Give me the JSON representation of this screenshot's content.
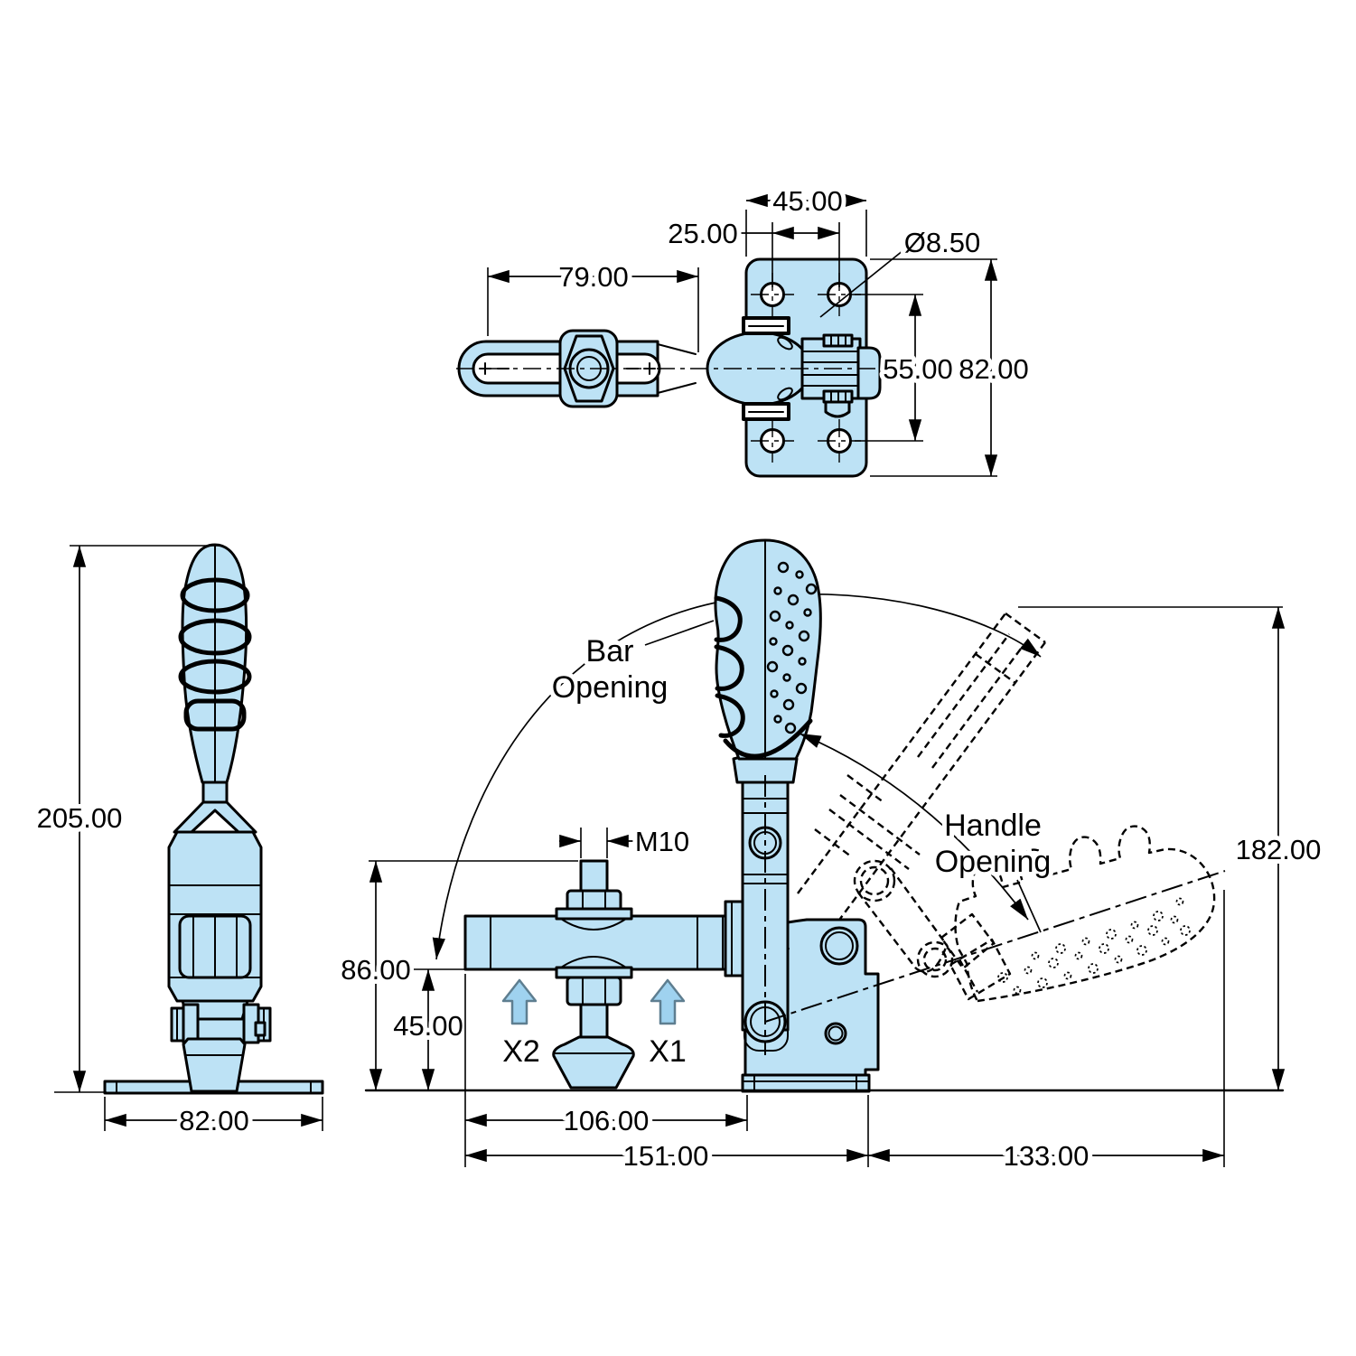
{
  "colors": {
    "part_fill": "#BDE2F5",
    "line": "#000000",
    "force_arrow_fill": "#9FD2EF",
    "force_arrow_stroke": "#5E7E90",
    "background": "#FFFFFF"
  },
  "top_view": {
    "plate_width": "45.00",
    "hole_pitch_x": "25.00",
    "hole_diameter": "Ø8.50",
    "bar_length": "79.00",
    "hole_pitch_y": "55.00",
    "plate_height": "82.00"
  },
  "side_view": {
    "overall_height": "205.00",
    "base_width": "82.00"
  },
  "front_view": {
    "bar_opening_line1": "Bar",
    "bar_opening_line2": "Opening",
    "handle_opening_line1": "Handle",
    "handle_opening_line2": "Opening",
    "spindle_thread": "M10",
    "force_point_2": "X2",
    "force_point_1": "X1",
    "height_to_bar": "86.00",
    "under_bar_clearance": "45.00",
    "bar_reach": "106.00",
    "overall_length": "151.00",
    "handle_overhang": "133.00",
    "open_height": "182.00"
  }
}
